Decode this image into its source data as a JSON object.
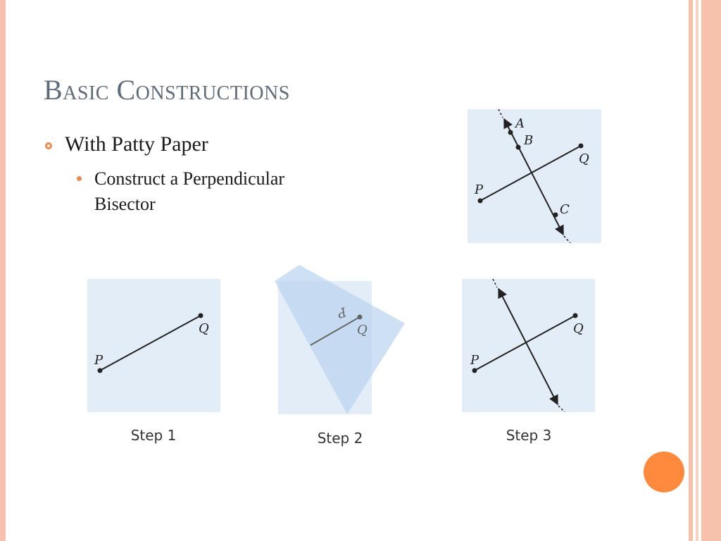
{
  "slide": {
    "title": "Basic Constructions",
    "bullet_level1": "With Patty Paper",
    "bullet_level2": "Construct a Perpendicular Bisector"
  },
  "diagrams": {
    "final": {
      "labels": {
        "A": "A",
        "B": "B",
        "C": "C",
        "P": "P",
        "Q": "Q"
      }
    },
    "step1": {
      "caption": "Step 1",
      "labels": {
        "P": "P",
        "Q": "Q"
      }
    },
    "step2": {
      "caption": "Step 2",
      "labels": {
        "Q": "Q",
        "P": "P"
      }
    },
    "step3": {
      "caption": "Step 3",
      "labels": {
        "P": "P",
        "Q": "Q"
      }
    }
  },
  "colors": {
    "accent": "#f08a4b",
    "frame": "#f7c2ab",
    "paper": "#e3edf8",
    "fold": "#b9d3f0",
    "title": "#5f6b7a",
    "orange_dot": "#ff8a3d"
  }
}
